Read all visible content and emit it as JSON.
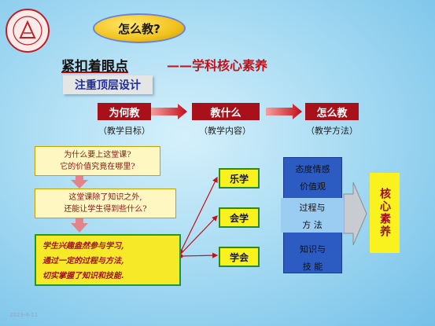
{
  "header": {
    "question": "怎么教?",
    "keyword": "紧扣着眼点",
    "subtitle": "——学科核心素养",
    "design": "注重顶层设计"
  },
  "flow": [
    {
      "title": "为何教",
      "caption": "（教学目标）"
    },
    {
      "title": "教什么",
      "caption": "（教学内容）"
    },
    {
      "title": "怎么教",
      "caption": "（教学方法）"
    }
  ],
  "questions": {
    "q1": [
      "为什么要上这堂课?",
      "它的价值究竟在哪里?"
    ],
    "q2": [
      "这堂课除了知识之外,",
      "还能让学生得到些什么?"
    ],
    "q3": [
      "学生兴趣盎然参与学习,",
      "通过一定的过程与方法,",
      "切实掌握了知识和技能."
    ]
  },
  "outcomes": [
    "乐学",
    "会学",
    "学会"
  ],
  "dimensions": {
    "top": [
      "态度情感",
      "价值观"
    ],
    "middle": [
      "过程与",
      "方  法"
    ],
    "bottom": [
      "知识与",
      "技  能"
    ]
  },
  "core": "核心素养",
  "footer_date": "2023-4-11",
  "colors": {
    "title_red": "#c0121a",
    "box_red": "#a8101a",
    "yellow": "#faf21e",
    "blue_stack": "#2c5cc2"
  }
}
